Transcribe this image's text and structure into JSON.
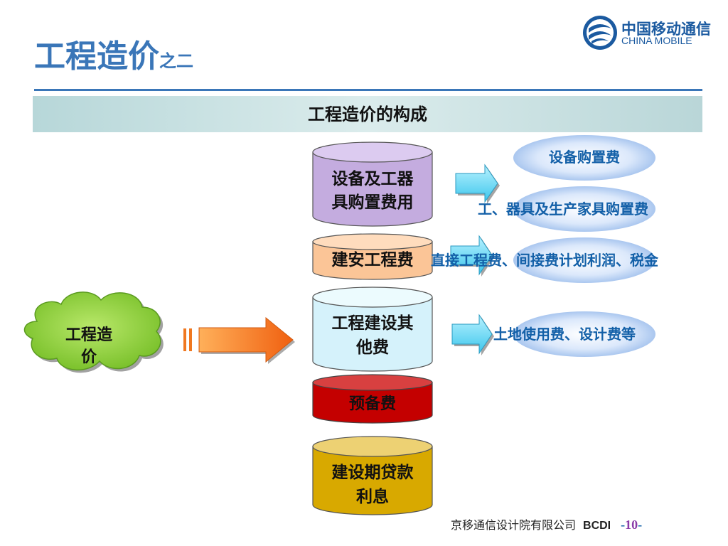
{
  "title": {
    "main": "工程造价",
    "sub": "之二"
  },
  "logo": {
    "cn": "中国移动通信",
    "en": "CHINA MOBILE",
    "icon": "china-mobile-logo-icon"
  },
  "header": {
    "text": "工程造价的构成"
  },
  "source": {
    "label_line1": "工程造",
    "label_line2": "价"
  },
  "components": [
    {
      "line1": "设备及工器",
      "line2": "具购置费用",
      "color_top": "#d7c6ec",
      "color_body": "#c4acdf"
    },
    {
      "line1": "建安工程费",
      "line2": "",
      "color_top": "#ffd9b8",
      "color_body": "#fbc597"
    },
    {
      "line1": "工程建设其",
      "line2": "他费",
      "color_top": "#e6f9fd",
      "color_body": "#cdeffa"
    },
    {
      "line1": "预备费",
      "line2": "",
      "color_top": "#d23a3a",
      "color_body": "#c00000"
    },
    {
      "line1": "建设期贷款",
      "line2": "利息",
      "color_top": "#efd277",
      "color_body": "#d8a900"
    }
  ],
  "details": {
    "equipment_purchase": "设备购置费",
    "tools_furniture": "工、器具及生产家具购置费",
    "construction_costs": "直接工程费、间接费计划利润、税金",
    "other_costs": "土地使用费、设计费等"
  },
  "footer": {
    "company": "京移通信设计院有限公司",
    "brand": "BCDI",
    "page_prefix": "-",
    "page_number": "10",
    "page_suffix": "-"
  },
  "colors": {
    "title": "#3a76b8",
    "label_blue": "#1360a8",
    "cloud_green": "#8fcf3a",
    "arrow_orange": "#f07820",
    "arrow_cyan": "#5fd6f2"
  }
}
